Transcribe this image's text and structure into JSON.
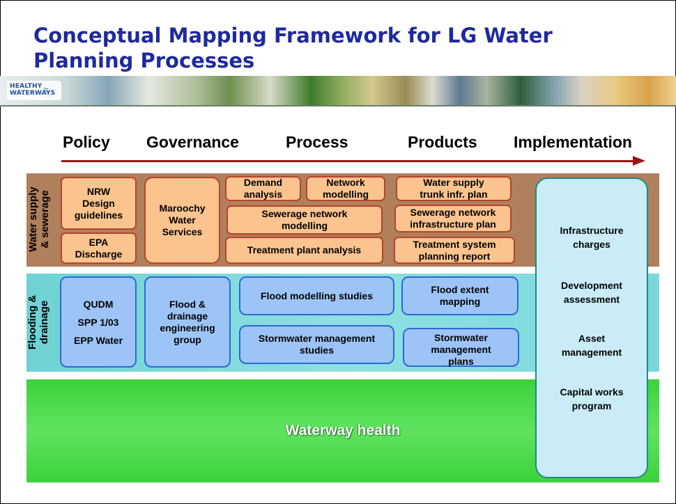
{
  "title": "Conceptual Mapping Framework for LG Water Planning Processes",
  "banner": {
    "logo_line1": "HEALTHY",
    "logo_line2": "WATERWAYS"
  },
  "stages": [
    "Policy",
    "Governance",
    "Process",
    "Products",
    "Implementation"
  ],
  "water_supply": {
    "label_line1": "Water supply",
    "label_line2": "& sewerage",
    "policy": [
      {
        "lines": [
          "NRW",
          "Design",
          "guidelines"
        ]
      },
      {
        "lines": [
          "EPA",
          "Discharge"
        ]
      }
    ],
    "governance": {
      "lines": [
        "Maroochy",
        "Water",
        "Services"
      ]
    },
    "process": [
      {
        "lines": [
          "Demand",
          "analysis"
        ]
      },
      {
        "lines": [
          "Network",
          "modelling"
        ]
      },
      {
        "lines": [
          "Sewerage network",
          "modelling"
        ]
      },
      {
        "lines": [
          "Treatment plant analysis"
        ]
      }
    ],
    "products": [
      {
        "lines": [
          "Water supply",
          "trunk infr. plan"
        ]
      },
      {
        "lines": [
          "Sewerage network",
          "infrastructure plan"
        ]
      },
      {
        "lines": [
          "Treatment system",
          "planning report"
        ]
      }
    ]
  },
  "flooding": {
    "label_line1": "Flooding &",
    "label_line2": "drainage",
    "policy": {
      "lines": [
        "QUDM",
        "SPP 1/03",
        "EPP Water"
      ]
    },
    "governance": {
      "lines": [
        "Flood &",
        "drainage",
        "engineering",
        "group"
      ]
    },
    "process": [
      {
        "lines": [
          "Flood modelling studies"
        ]
      },
      {
        "lines": [
          "Stormwater management",
          "studies"
        ]
      }
    ],
    "products": [
      {
        "lines": [
          "Flood extent",
          "mapping"
        ]
      },
      {
        "lines": [
          "Stormwater",
          "management",
          "plans"
        ]
      }
    ]
  },
  "waterway": {
    "label": "Waterway health"
  },
  "implementation": {
    "items": [
      {
        "lines": [
          "Infrastructure",
          "charges"
        ]
      },
      {
        "lines": [
          "Development",
          "assessment"
        ]
      },
      {
        "lines": [
          "Asset",
          "management"
        ]
      },
      {
        "lines": [
          "Capital works",
          "program"
        ]
      }
    ]
  }
}
